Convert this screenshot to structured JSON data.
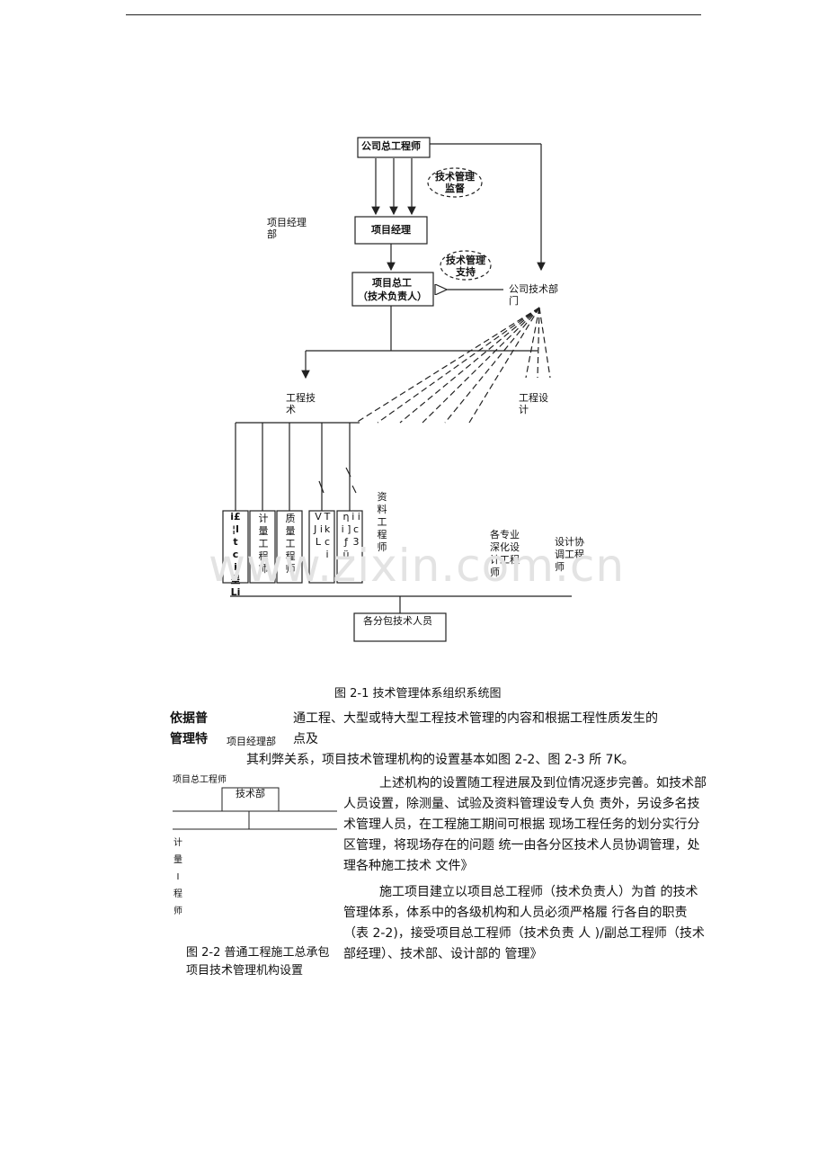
{
  "diagram": {
    "nodes": {
      "company_chief_engineer": "公司总工程师",
      "tech_supervision": "技术管理 监督",
      "project_dept_label": "项目经理部",
      "project_manager": "项目经理",
      "tech_support": "技术管理 支持",
      "project_chief": "项目总工",
      "project_chief_sub": "（技术负责人）",
      "company_tech_dept": "公司技术部门",
      "eng_tech": "工程技术",
      "eng_design": "工程设计",
      "col1": "i£ ¦lt c i呈 Li",
      "col2": "计量工程师",
      "col3": "质量工程师",
      "col4": "V J i L",
      "col4b": "T k c i",
      "col5": "η i ] ƒ ü",
      "col5b": "i i c 3",
      "data_engineer": "资料工程师",
      "specialty_engineer": "各专业深化设计工程师",
      "design_coord": "设计协调工程师",
      "subcontract": "各分包技术人员"
    },
    "caption": "图 2-1 技术管理体系组织系统图"
  },
  "watermark": "www.zixin.com.cn",
  "intro": {
    "line1_a": "依据普",
    "line1_b": "通工程、大型或特大型工程技术管理的内容和根据工程性质发生的",
    "line2_a": "管理特",
    "line2_small": "项目经理部",
    "line2_b": "点及",
    "line3": "其利弊关系，项目技术管理机构的设置基本如图 2-2、图 2-3 所 7K。"
  },
  "small_diagram": {
    "top_label": "项目总工程师",
    "tech_dept": "技术部",
    "vertical": "计量I程师",
    "caption": "图 2-2 普通工程施工总承包 项目技术管理机构设置"
  },
  "body": {
    "p1": "上述机构的设置随工程进展及到位情况逐步完善。如技术部人员设置，除测量、试验及资料管理设专人负 责外，另设多名技术管理人员，在工程施工期间可根据 现场工程任务的划分实行分区管理，将现场存在的问题 统一由各分区技术人员协调管理，处理各种施工技术 文件》",
    "p2": "施工项目建立以项目总工程师（技术负责人）为首 的技术管理体系，体系中的各级机构和人员必须严格履 行各自的职责（表 2-2)，接受项目总工程师（技术负责 人 )/副总工程师（技术部经理）、技术部、设计部的 管理》"
  }
}
